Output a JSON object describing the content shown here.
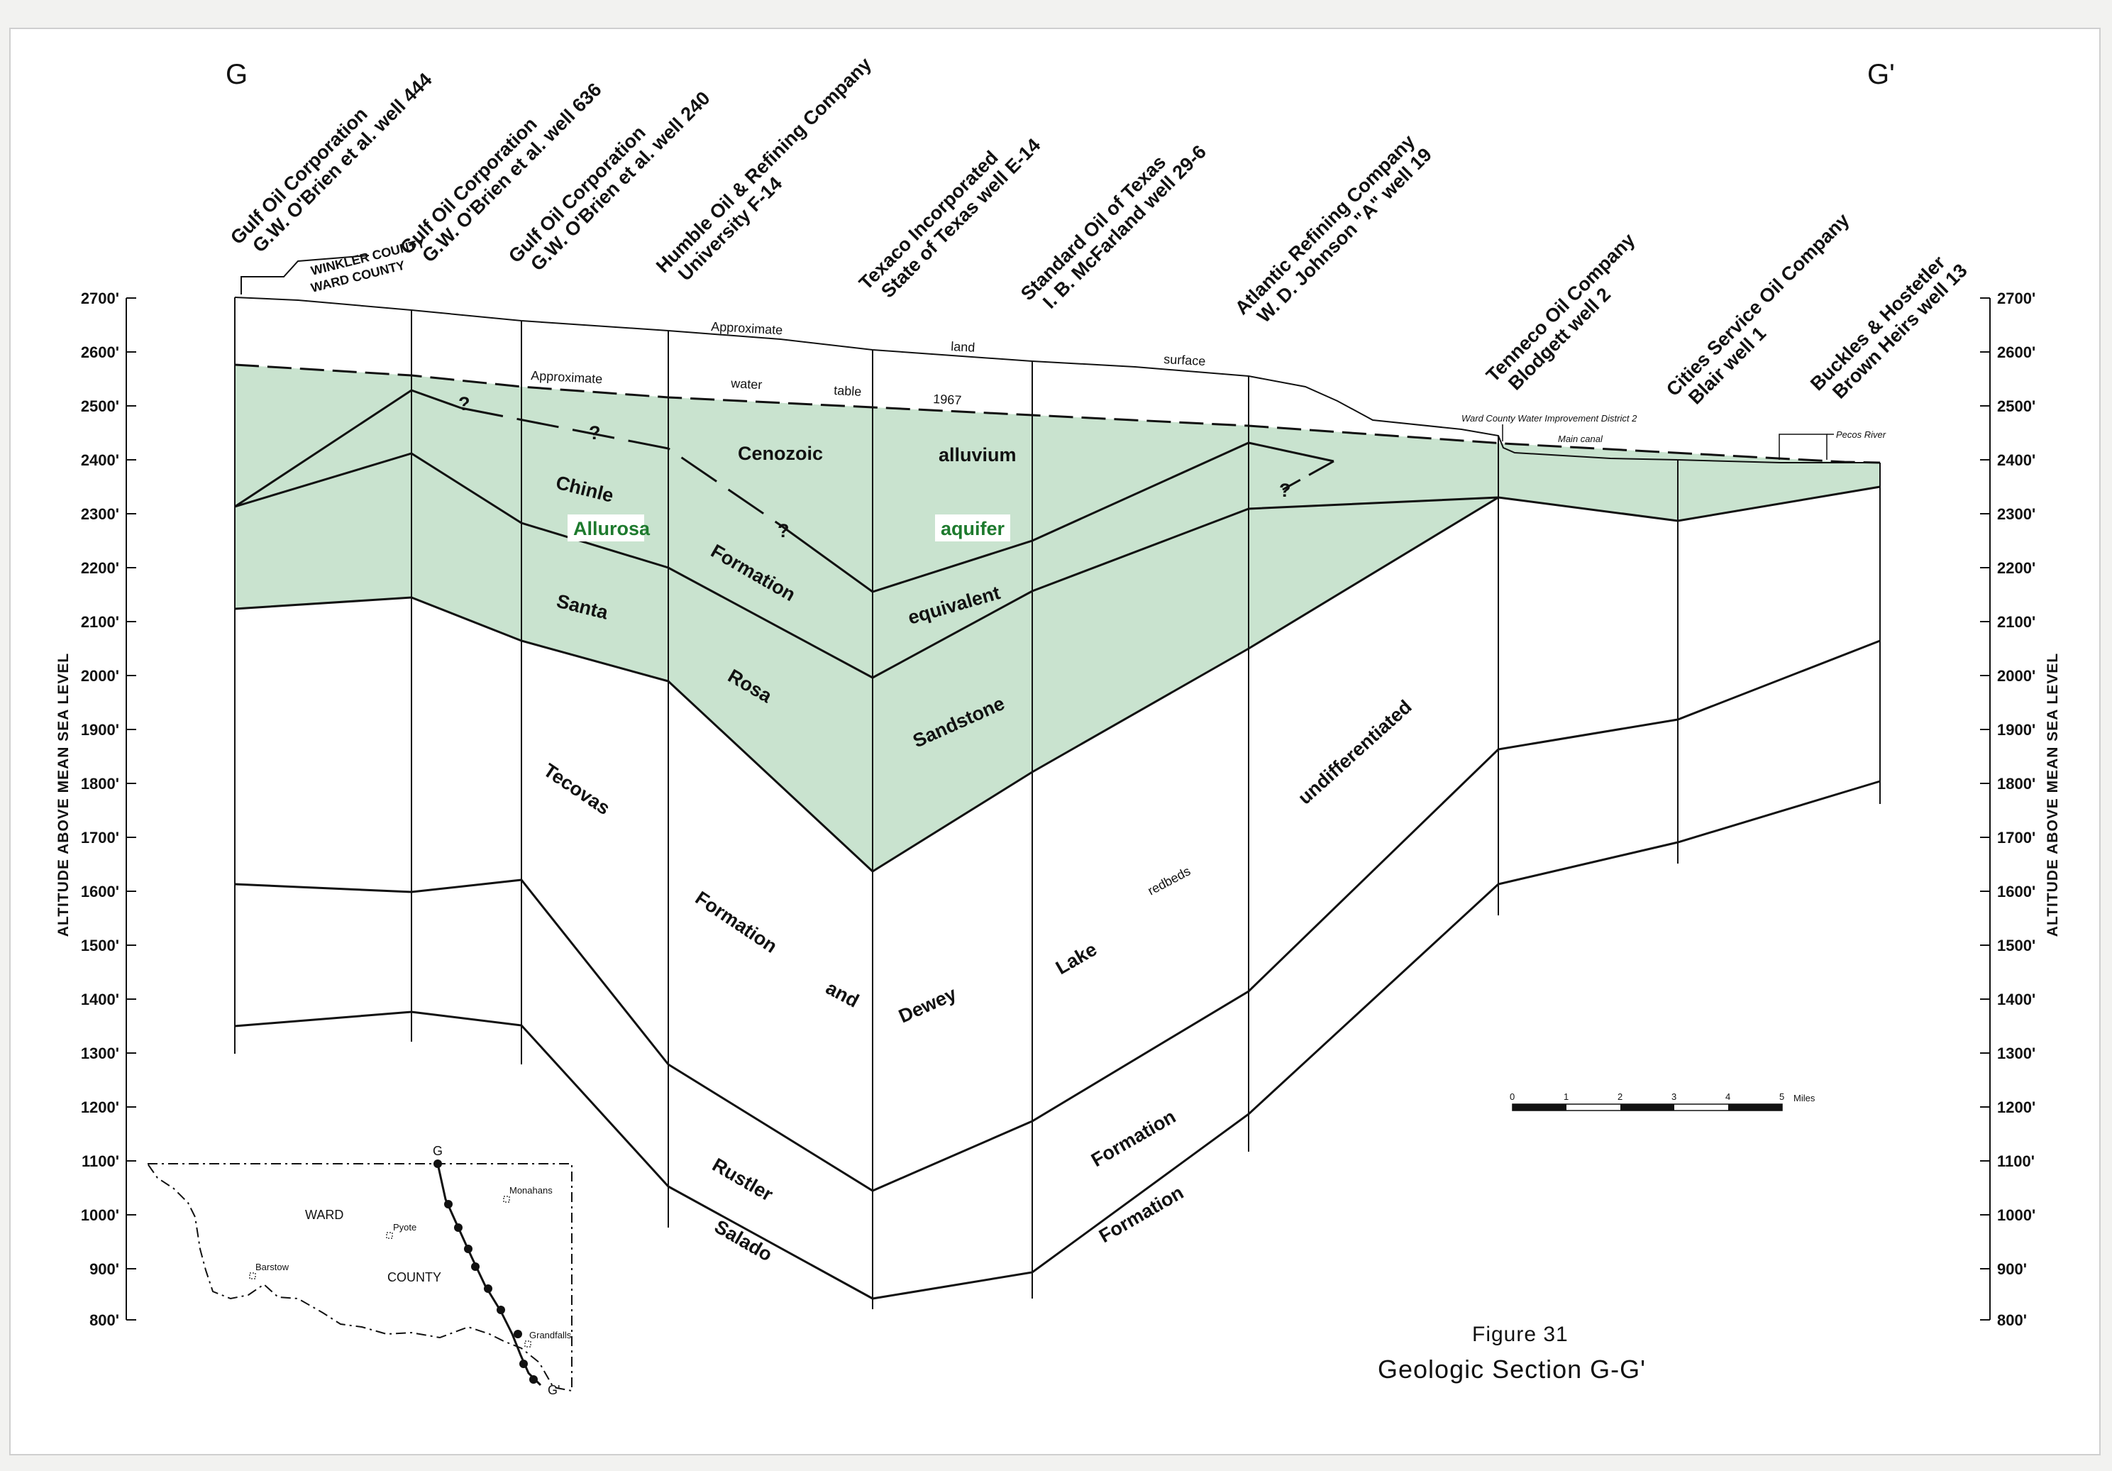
{
  "section_ends": {
    "left": "G",
    "right": "G'"
  },
  "axis": {
    "left_title": "ALTITUDE ABOVE MEAN SEA LEVEL",
    "right_title": "ALTITUDE ABOVE MEAN SEA LEVEL",
    "ticks": [
      "2700'",
      "2600'",
      "2500'",
      "2400'",
      "2300'",
      "2200'",
      "2100'",
      "2000'",
      "1900'",
      "1800'",
      "1700'",
      "1600'",
      "1500'",
      "1400'",
      "1300'",
      "1200'",
      "1100'",
      "1000'",
      "900'",
      "800'"
    ]
  },
  "wells": [
    {
      "line1": "Gulf Oil Corporation",
      "line2": "G.W. O'Brien et al. well 444"
    },
    {
      "line1": "Gulf Oil Corporation",
      "line2": "G.W. O'Brien et al. well 636"
    },
    {
      "line1": "Gulf Oil Corporation",
      "line2": "G.W. O'Brien et al. well 240"
    },
    {
      "line1": "Humble Oil & Refining Company",
      "line2": "University F-14"
    },
    {
      "line1": "Texaco Incorporated",
      "line2": "State of Texas well E-14"
    },
    {
      "line1": "Standard Oil of Texas",
      "line2": "I. B. McFarland well 29-6"
    },
    {
      "line1": "Atlantic Refining Company",
      "line2": "W. D. Johnson \"A\" well 19"
    },
    {
      "line1": "Tenneco Oil Company",
      "line2": "Blodgett well 2"
    },
    {
      "line1": "Cities Service Oil Company",
      "line2": "Blair well 1"
    },
    {
      "line1": "Buckles & Hostetler",
      "line2": "Brown Heirs well 13"
    }
  ],
  "county_line": {
    "top": "WINKLER COUNTY",
    "bottom": "WARD COUNTY"
  },
  "surface_labels": [
    "Approximate",
    "land",
    "surface"
  ],
  "water_table_labels": [
    "Approximate",
    "water",
    "table",
    "1967"
  ],
  "query_mark": "?",
  "unit_labels": {
    "cenozoic": "Cenozoic",
    "alluvium": "alluvium",
    "chinle": "Chinle",
    "allurosa": "Allurosa",
    "aquifer": "aquifer",
    "formation_chinle": "Formation",
    "equivalent": "equivalent",
    "santa": "Santa",
    "rosa": "Rosa",
    "sandstone": "Sandstone",
    "undifferentiated": "undifferentiated",
    "tecovas": "Tecovas",
    "formation_tecovas": "Formation",
    "and": "and",
    "dewey": "Dewey",
    "lake": "Lake",
    "redbeds": "redbeds",
    "rustler": "Rustler",
    "formation_rustler": "Formation",
    "salado": "Salado",
    "formation_salado": "Formation"
  },
  "annotations": {
    "ward_canal_1": "Ward County Water Improvement District 2",
    "ward_canal_2": "Main canal",
    "pecos": "Pecos River"
  },
  "scale_bar": {
    "ticks": [
      "0",
      "1",
      "2",
      "3",
      "4",
      "5"
    ],
    "unit": "Miles"
  },
  "inset_map": {
    "ward": "WARD",
    "county": "COUNTY",
    "towns": [
      "Monahans",
      "Pyote",
      "Barstow",
      "Grandfalls"
    ],
    "g": "G",
    "g_prime": "G'"
  },
  "figure": {
    "number": "Figure 31",
    "title": "Geologic Section G-G'"
  },
  "colors": {
    "aquifer_fill": "#c9e3cf",
    "aquifer_label": "#1e7a2e",
    "line": "#111111",
    "paper": "#ffffff",
    "background": "#f2f2f0"
  }
}
